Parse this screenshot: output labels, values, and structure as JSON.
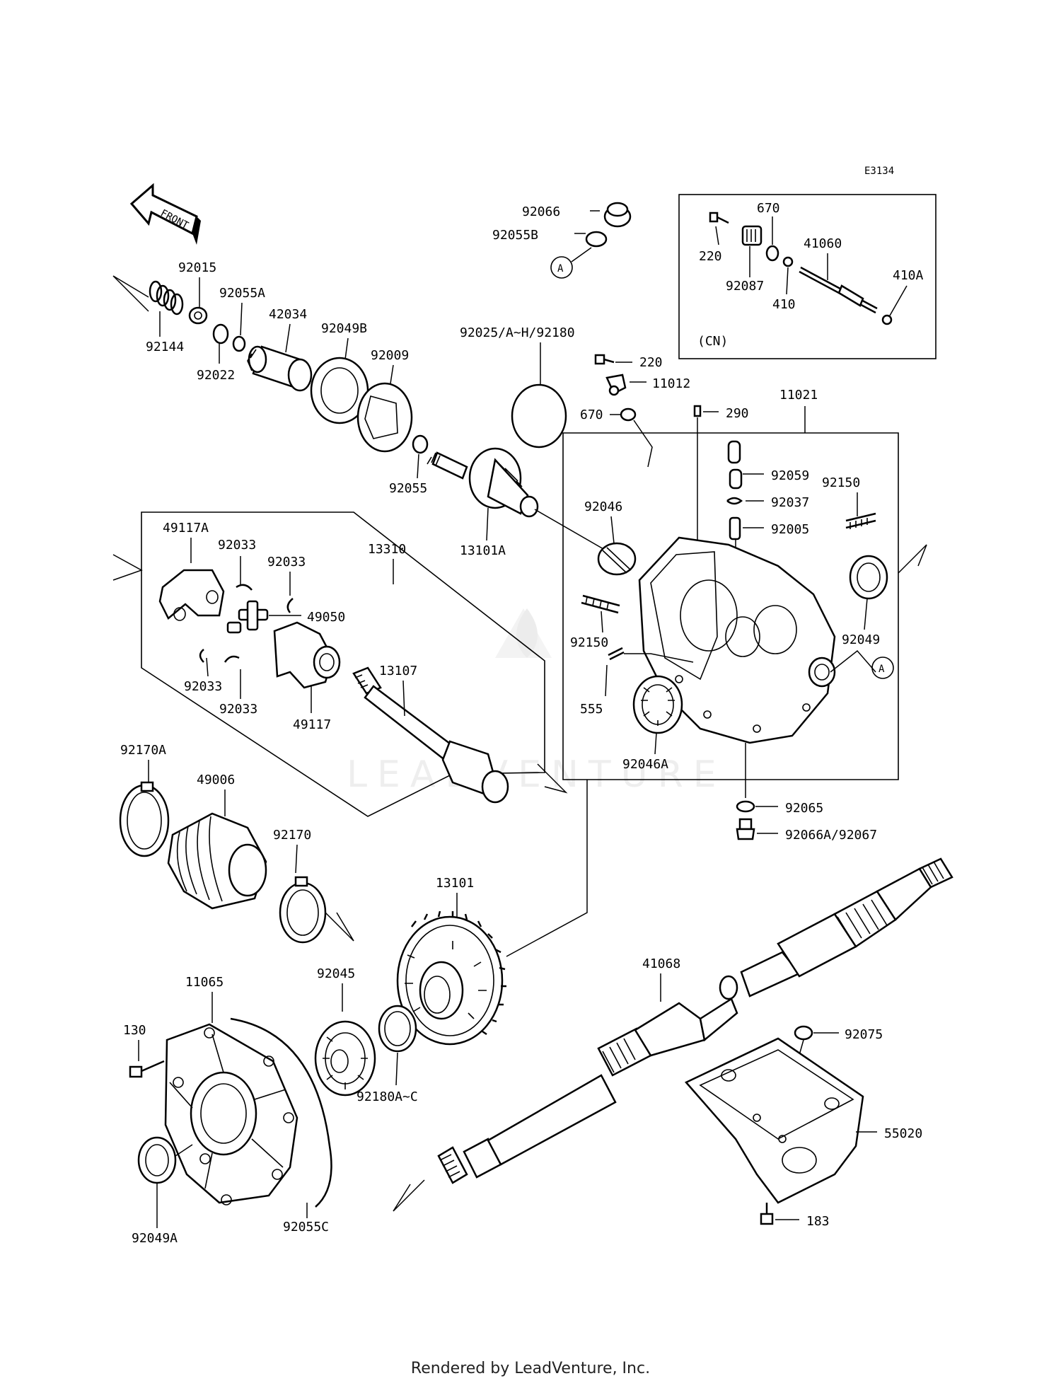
{
  "diagram_code": "E3134",
  "front_label": "FRONT",
  "variant_label": "(CN)",
  "ref_mark": "A",
  "footer": "Rendered by LeadVenture, Inc.",
  "parts": {
    "p92066": "92066",
    "p92055B": "92055B",
    "p670a": "670",
    "p220a": "220",
    "p41060": "41060",
    "p92087": "92087",
    "p410": "410",
    "p410A": "410A",
    "p92015": "92015",
    "p92055A": "92055A",
    "p42034": "42034",
    "p92144": "92144",
    "p92022": "92022",
    "p92049B": "92049B",
    "p92009": "92009",
    "p92025": "92025/A~H/92180",
    "p220b": "220",
    "p11012": "11012",
    "p670b": "670",
    "p290": "290",
    "p11021": "11021",
    "p92055": "92055",
    "p13101A": "13101A",
    "p92059": "92059",
    "p92037": "92037",
    "p92150a": "92150",
    "p92005": "92005",
    "p92046": "92046",
    "p49117A": "49117A",
    "p92033a": "92033",
    "p92033b": "92033",
    "p13310": "13310",
    "p49050": "49050",
    "p92150b": "92150",
    "p92049": "92049",
    "p92033c": "92033",
    "p92033d": "92033",
    "p13107": "13107",
    "p49117": "49117",
    "p555": "555",
    "p92046A": "92046A",
    "p92170A": "92170A",
    "p49006": "49006",
    "p92065": "92065",
    "p92066A": "92066A/92067",
    "p92170": "92170",
    "p13101": "13101",
    "p11065": "11065",
    "p92045": "92045",
    "p41068": "41068",
    "p130": "130",
    "p92075": "92075",
    "p55020": "55020",
    "p92180A": "92180A~C",
    "p92049A": "92049A",
    "p92055C": "92055C",
    "p183": "183"
  }
}
